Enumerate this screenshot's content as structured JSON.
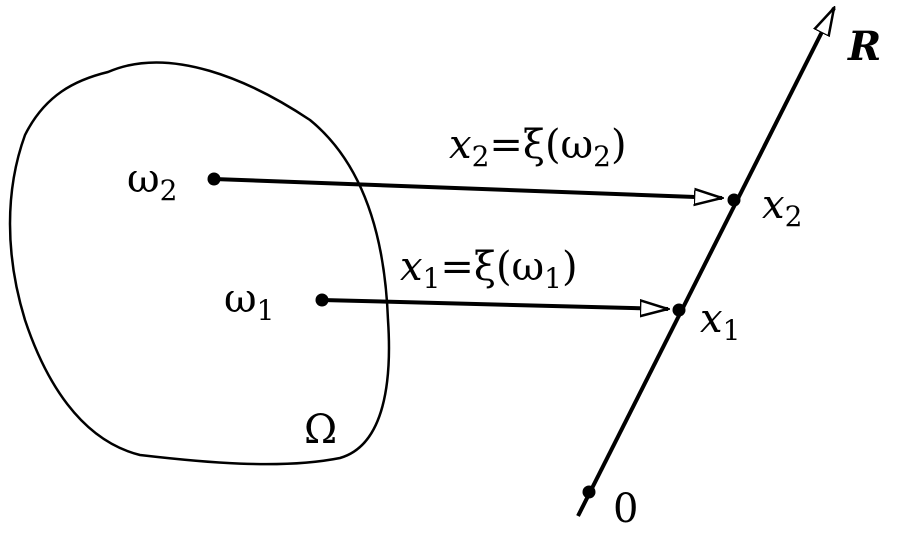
{
  "diagram": {
    "region_label": "Ω",
    "axis_label": "R",
    "origin_label": "0",
    "points": [
      {
        "symbol": "ω",
        "index": "2"
      },
      {
        "symbol": "ω",
        "index": "1"
      }
    ],
    "images": [
      {
        "symbol": "x",
        "index": "2"
      },
      {
        "symbol": "x",
        "index": "1"
      }
    ],
    "mappings": [
      {
        "lhs": "x",
        "lhs_index": "2",
        "eq": "=ξ(",
        "arg": "ω",
        "arg_index": "2",
        "close": ")"
      },
      {
        "lhs": "x",
        "lhs_index": "1",
        "eq": "=ξ(",
        "arg": "ω",
        "arg_index": "1",
        "close": ")"
      }
    ]
  }
}
